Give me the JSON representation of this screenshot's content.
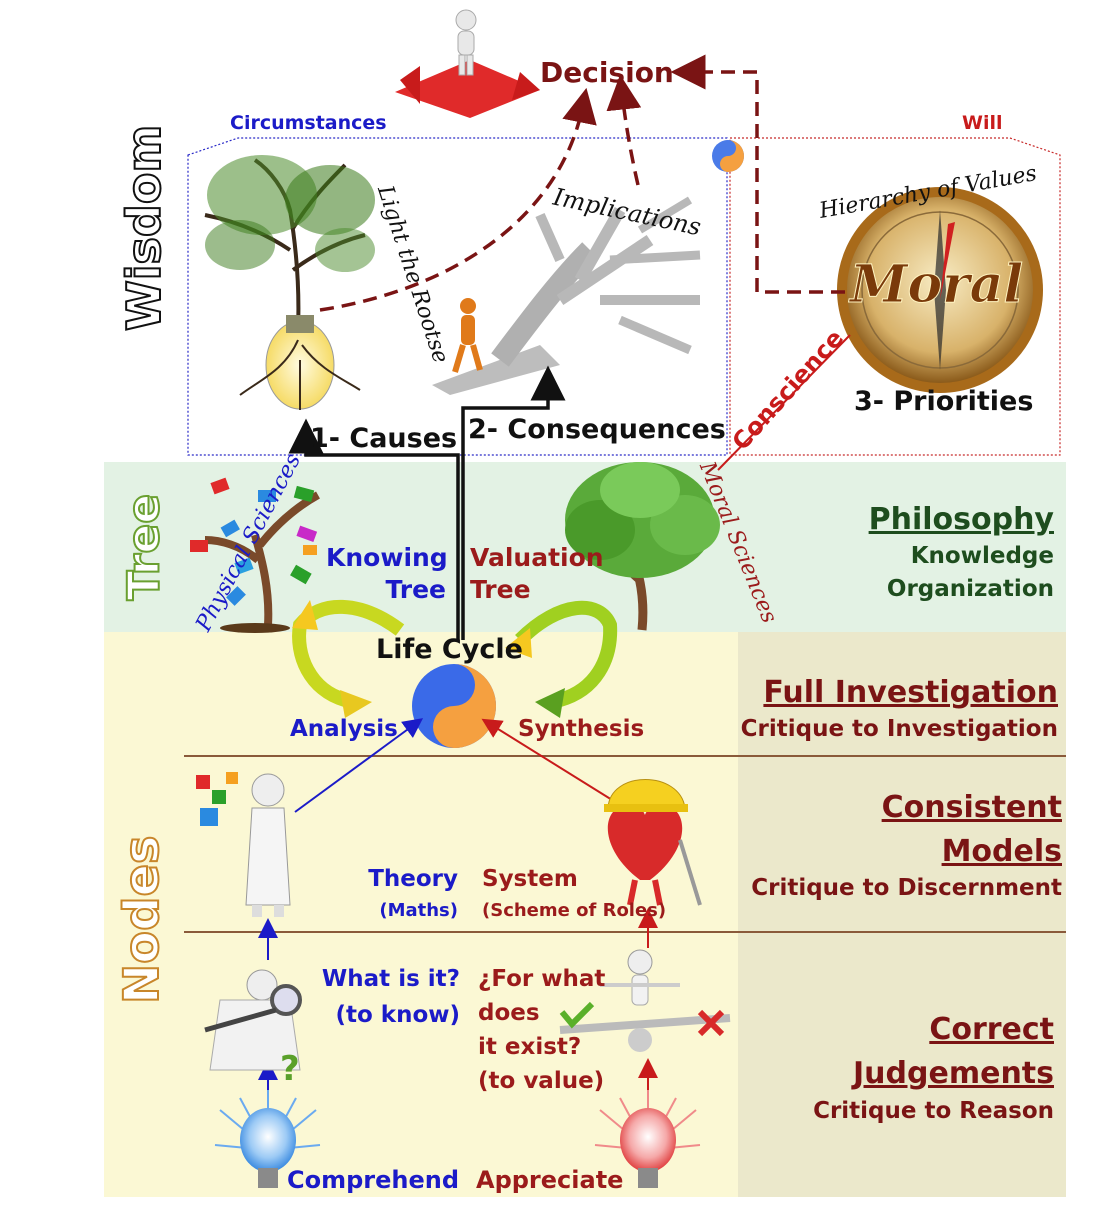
{
  "top": {
    "decision": "Decision",
    "circumstances": "Circumstances",
    "will": "Will",
    "wisdom": "Wisdom",
    "light_the_roots": "Light the Rootse",
    "implications": "Implications",
    "hierarchy_of_values": "Hierarchy of Values",
    "moral_badge": "Moral",
    "causes": "1- Causes",
    "consequences": "2- Consequences",
    "priorities": "3- Priorities",
    "conscience": "Conscience"
  },
  "tree": {
    "side_label": "Tree",
    "physical_sciences": "Physical Sciences",
    "moral_sciences": "Moral Sciences",
    "knowing": "Knowing",
    "knowing_tree": "Tree",
    "valuation": "Valuation",
    "valuation_tree": "Tree",
    "philosophy": "Philosophy",
    "knowledge": "Knowledge",
    "organization": "Organization"
  },
  "cycle": {
    "life_cycle": "Life Cycle",
    "analysis": "Analysis",
    "synthesis": "Synthesis",
    "full_investigation": "Full Investigation",
    "critique_investigation": "Critique to Investigation"
  },
  "nodes": {
    "side_label": "Nodes",
    "theory": "Theory",
    "maths": "(Maths)",
    "system": "System",
    "scheme_of_roles": "(Scheme of Roles)",
    "consistent": "Consistent",
    "models": "Models",
    "critique_discernment": "Critique to Discernment",
    "what_is_it": "What is it?",
    "to_know": "(to know)",
    "for_what": "¿For what",
    "does": "does",
    "it_exist": "it exist?",
    "to_value": "(to value)",
    "correct": "Correct",
    "judgements": "Judgements",
    "critique_reason": "Critique to Reason",
    "comprehend": "Comprehend",
    "appreciate": "Appreciate"
  },
  "colors": {
    "band_tree": "#e6f3e6",
    "band_nodes": "#fbf8d6",
    "band_right": "#ece9cc",
    "blue_text": "#1b1bc8",
    "red_text": "#9b1b1b",
    "divider": "#8a5a3a"
  }
}
